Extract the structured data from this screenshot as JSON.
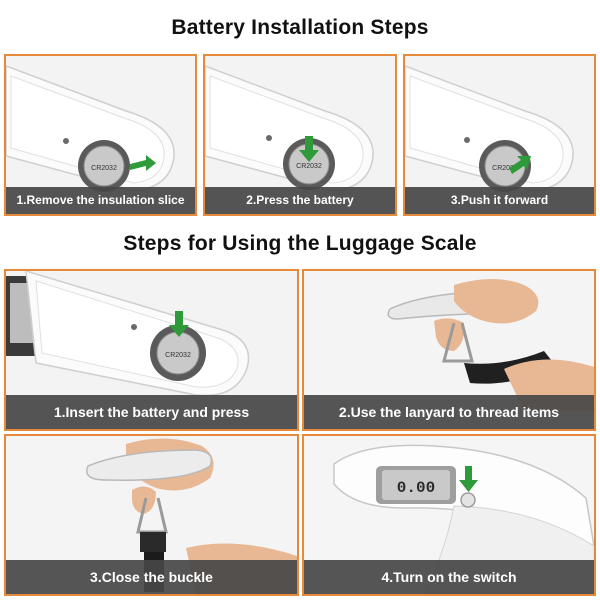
{
  "headings": {
    "battery": "Battery Installation Steps",
    "usage": "Steps for Using the Luggage Scale"
  },
  "battery_steps": [
    {
      "label": "1.Remove the insulation slice"
    },
    {
      "label": "2.Press the battery"
    },
    {
      "label": "3.Push it forward"
    }
  ],
  "usage_steps": [
    {
      "label": "1.Insert the battery and press"
    },
    {
      "label": "2.Use the lanyard to thread items"
    },
    {
      "label": "3.Close the buckle"
    },
    {
      "label": "4.Turn on the switch"
    }
  ],
  "display_reading": "0.00",
  "colors": {
    "panel_border": "#e48a3a",
    "arrow": "#2f9a3a",
    "caption_bg": "#464646"
  },
  "icons": [
    "green-arrow-icon",
    "battery-icon",
    "scale-icon",
    "hand-icon",
    "lanyard-icon",
    "lcd-display-icon"
  ]
}
